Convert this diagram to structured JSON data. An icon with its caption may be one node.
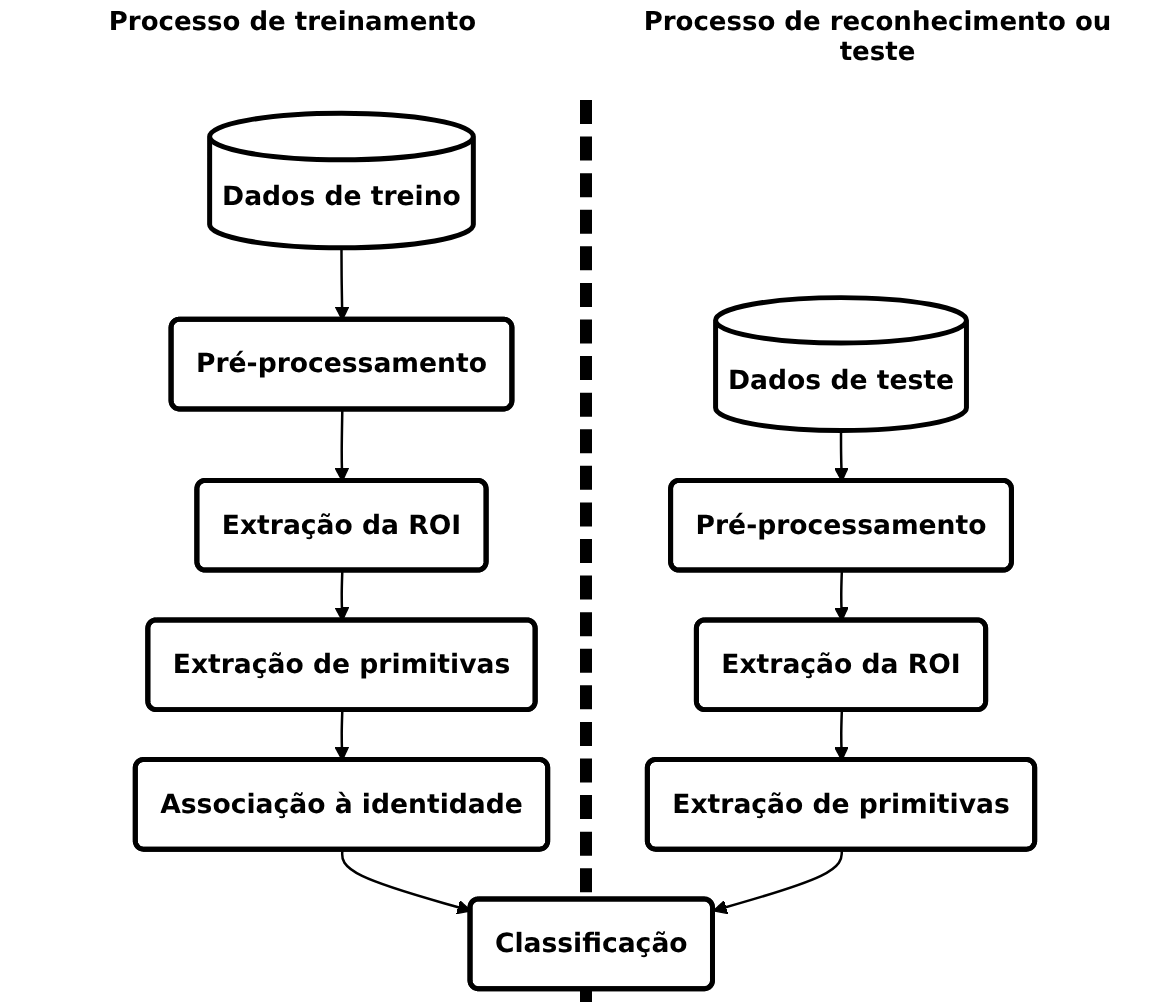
{
  "diagram": {
    "nodes": [
      {
        "text": [
          "Dados de treino"
        ]
      },
      {
        "text": [
          "Pré-processamento"
        ]
      },
      {
        "text": [
          "Extração da ROI"
        ]
      },
      {
        "text": [
          "Extração de primitivas"
        ]
      },
      {
        "text": [
          "Associação à identidade"
        ]
      },
      {
        "text": [
          "Dados de teste"
        ]
      },
      {
        "text": [
          "Pré-processamento"
        ]
      },
      {
        "text": [
          "Extração da ROI"
        ]
      },
      {
        "text": [
          "Extração de primitivas"
        ]
      },
      {
        "text": [
          "Classificação"
        ]
      }
    ],
    "edges": [
      {
        "from": 0,
        "to": 1,
        "arrow": "to"
      },
      {
        "from": 1,
        "to": 2,
        "arrow": "to"
      },
      {
        "from": 2,
        "to": 3,
        "arrow": "to"
      },
      {
        "from": 3,
        "to": 4,
        "arrow": "to"
      },
      {
        "from": 4,
        "to": 9,
        "arrow": "to"
      },
      {
        "from": 5,
        "to": 6,
        "arrow": "to"
      },
      {
        "from": 6,
        "to": 7,
        "arrow": "to"
      },
      {
        "from": 7,
        "to": 8,
        "arrow": "to"
      },
      {
        "from": 8,
        "to": 9,
        "arrow": "to"
      }
    ],
    "labels": [
      "Processo de treinamento",
      "Processo de reconhecimento ou teste"
    ]
  }
}
